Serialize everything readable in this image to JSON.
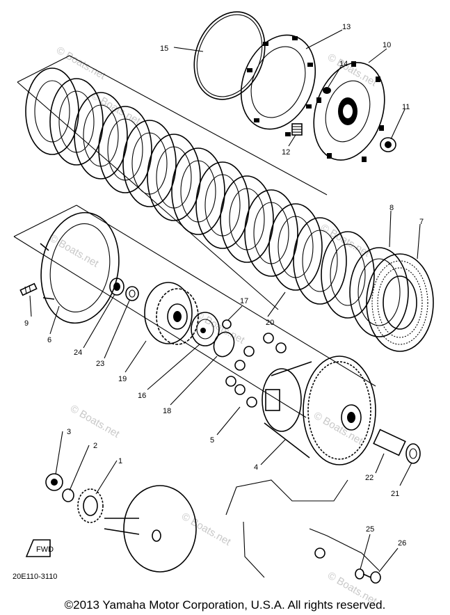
{
  "diagram": {
    "code": "20E110-3110",
    "fwd_label": "FWD",
    "watermark": "© Boats.net",
    "copyright": "©2013 Yamaha Motor Corporation, U.S.A. All rights reserved.",
    "callouts": {
      "c1": "1",
      "c2": "2",
      "c3": "3",
      "c4": "4",
      "c5": "5",
      "c6": "6",
      "c7": "7",
      "c8": "8",
      "c9": "9",
      "c10": "10",
      "c11": "11",
      "c12": "12",
      "c13": "13",
      "c14": "14",
      "c15": "15",
      "c16": "16",
      "c17": "17",
      "c18": "18",
      "c19": "19",
      "c20": "20",
      "c21": "21",
      "c22": "22",
      "c23": "23",
      "c24": "24",
      "c25": "25",
      "c26": "26"
    }
  }
}
